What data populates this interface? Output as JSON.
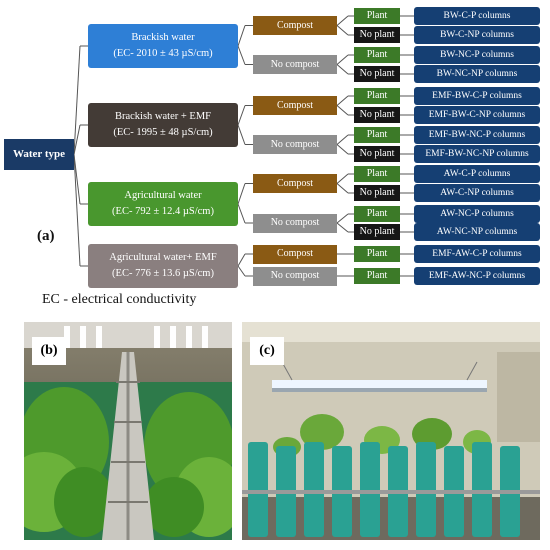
{
  "root": {
    "label": "Water type"
  },
  "panel_labels": {
    "a": "(a)",
    "b": "(b)",
    "c": "(c)"
  },
  "note": "EC - electrical conductivity",
  "water_types": [
    {
      "line1": "Brackish water",
      "line2": "(EC- 2010 ± 43 µS/cm)",
      "color": "#2e7fd6"
    },
    {
      "line1": "Brackish water + EMF",
      "line2": "(EC- 1995 ± 48 µS/cm)",
      "color": "#433b36"
    },
    {
      "line1": "Agricultural water",
      "line2": "(EC- 792 ± 12.4 µS/cm)",
      "color": "#49972e"
    },
    {
      "line1": "Agricultural water+ EMF",
      "line2": "(EC- 776 ± 13.6 µS/cm)",
      "color": "#8a7f7f"
    }
  ],
  "treatments": [
    {
      "label": "Compost",
      "kind": "compost"
    },
    {
      "label": "No compost",
      "kind": "nocompost"
    },
    {
      "label": "Compost",
      "kind": "compost"
    },
    {
      "label": "No compost",
      "kind": "nocompost"
    },
    {
      "label": "Compost",
      "kind": "compost"
    },
    {
      "label": "No compost",
      "kind": "nocompost"
    },
    {
      "label": "Compost",
      "kind": "compost"
    },
    {
      "label": "No compost",
      "kind": "nocompost"
    }
  ],
  "plant_labels": [
    {
      "label": "Plant",
      "kind": "plant"
    },
    {
      "label": "No plant",
      "kind": "noplant"
    },
    {
      "label": "Plant",
      "kind": "plant"
    },
    {
      "label": "No plant",
      "kind": "noplant"
    },
    {
      "label": "Plant",
      "kind": "plant"
    },
    {
      "label": "No plant",
      "kind": "noplant"
    },
    {
      "label": "Plant",
      "kind": "plant"
    },
    {
      "label": "No plant",
      "kind": "noplant"
    },
    {
      "label": "Plant",
      "kind": "plant"
    },
    {
      "label": "No plant",
      "kind": "noplant"
    },
    {
      "label": "Plant",
      "kind": "plant"
    },
    {
      "label": "No plant",
      "kind": "noplant"
    },
    {
      "label": "Plant",
      "kind": "plant"
    },
    {
      "label": "Plant",
      "kind": "plant"
    }
  ],
  "columns": [
    "BW-C-P columns",
    "BW-C-NP columns",
    "BW-NC-P columns",
    "BW-NC-NP columns",
    "EMF-BW-C-P columns",
    "EMF-BW-C-NP columns",
    "EMF-BW-NC-P columns",
    "EMF-BW-NC-NP columns",
    "AW-C-P columns",
    "AW-C-NP columns",
    "AW-NC-P columns",
    "AW-NC-NP columns",
    "EMF-AW-C-P columns",
    "EMF-AW-NC-P columns"
  ],
  "colors": {
    "root": "#1a3a66",
    "compost": "#8a5a14",
    "nocompost": "#8e8e8e",
    "plant": "#3c7a28",
    "noplant": "#161616",
    "column": "#153f73",
    "connector": "#555555"
  }
}
